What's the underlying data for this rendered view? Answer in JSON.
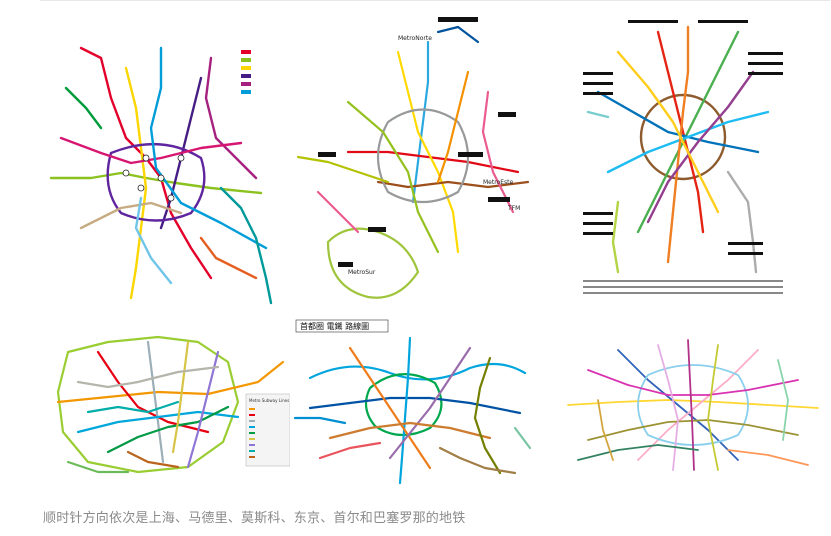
{
  "caption": "顺时针方向依次是上海、马德里、莫斯科、东京、首尔和巴塞罗那的地铁",
  "maps": {
    "madrid": {
      "label_top": "MetroNorte",
      "label_south": "MetroSur",
      "label_east": "TFM",
      "label_east2": "MetroEste"
    },
    "seoul": {
      "header": "首都圈 電鐵 路線圖"
    },
    "tokyo": {
      "legend_title": "Metro Subway Lines"
    }
  },
  "colors": {
    "caption_text": "#8a8a8a",
    "background": "#ffffff"
  },
  "icons": {
    "shanghai": "shanghai-metro-map-image",
    "madrid": "madrid-metro-map-image",
    "moscow": "moscow-metro-map-image",
    "tokyo": "tokyo-metro-map-image",
    "seoul": "seoul-metro-map-image",
    "paris": "paris-metro-map-image"
  }
}
